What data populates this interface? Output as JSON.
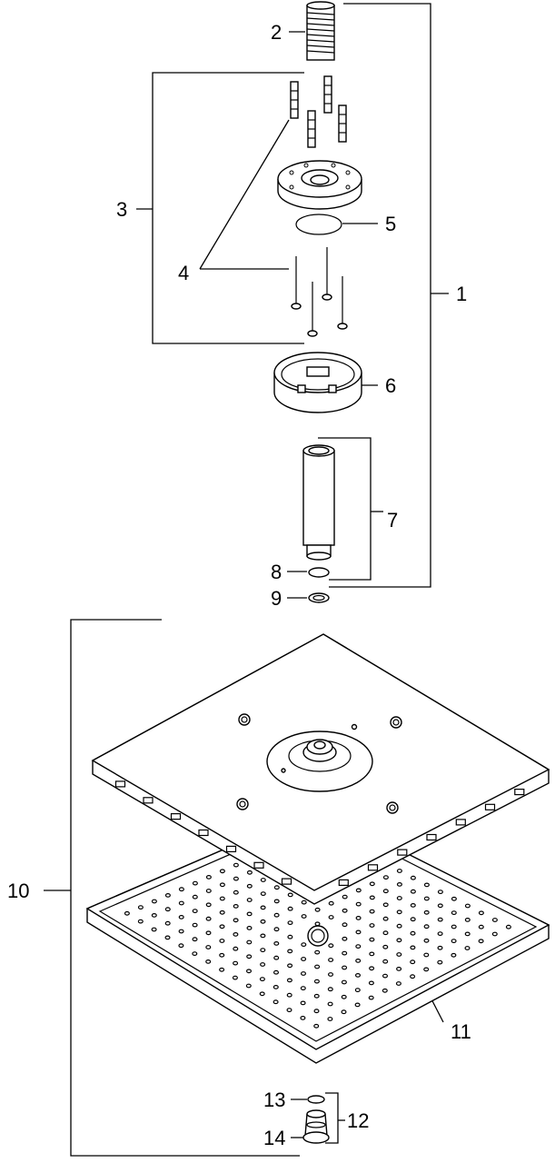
{
  "diagram": {
    "labels": [
      "1",
      "2",
      "3",
      "4",
      "5",
      "6",
      "7",
      "8",
      "9",
      "10",
      "11",
      "12",
      "13",
      "14"
    ],
    "colors": {
      "line": "#000000",
      "background": "#ffffff"
    }
  }
}
